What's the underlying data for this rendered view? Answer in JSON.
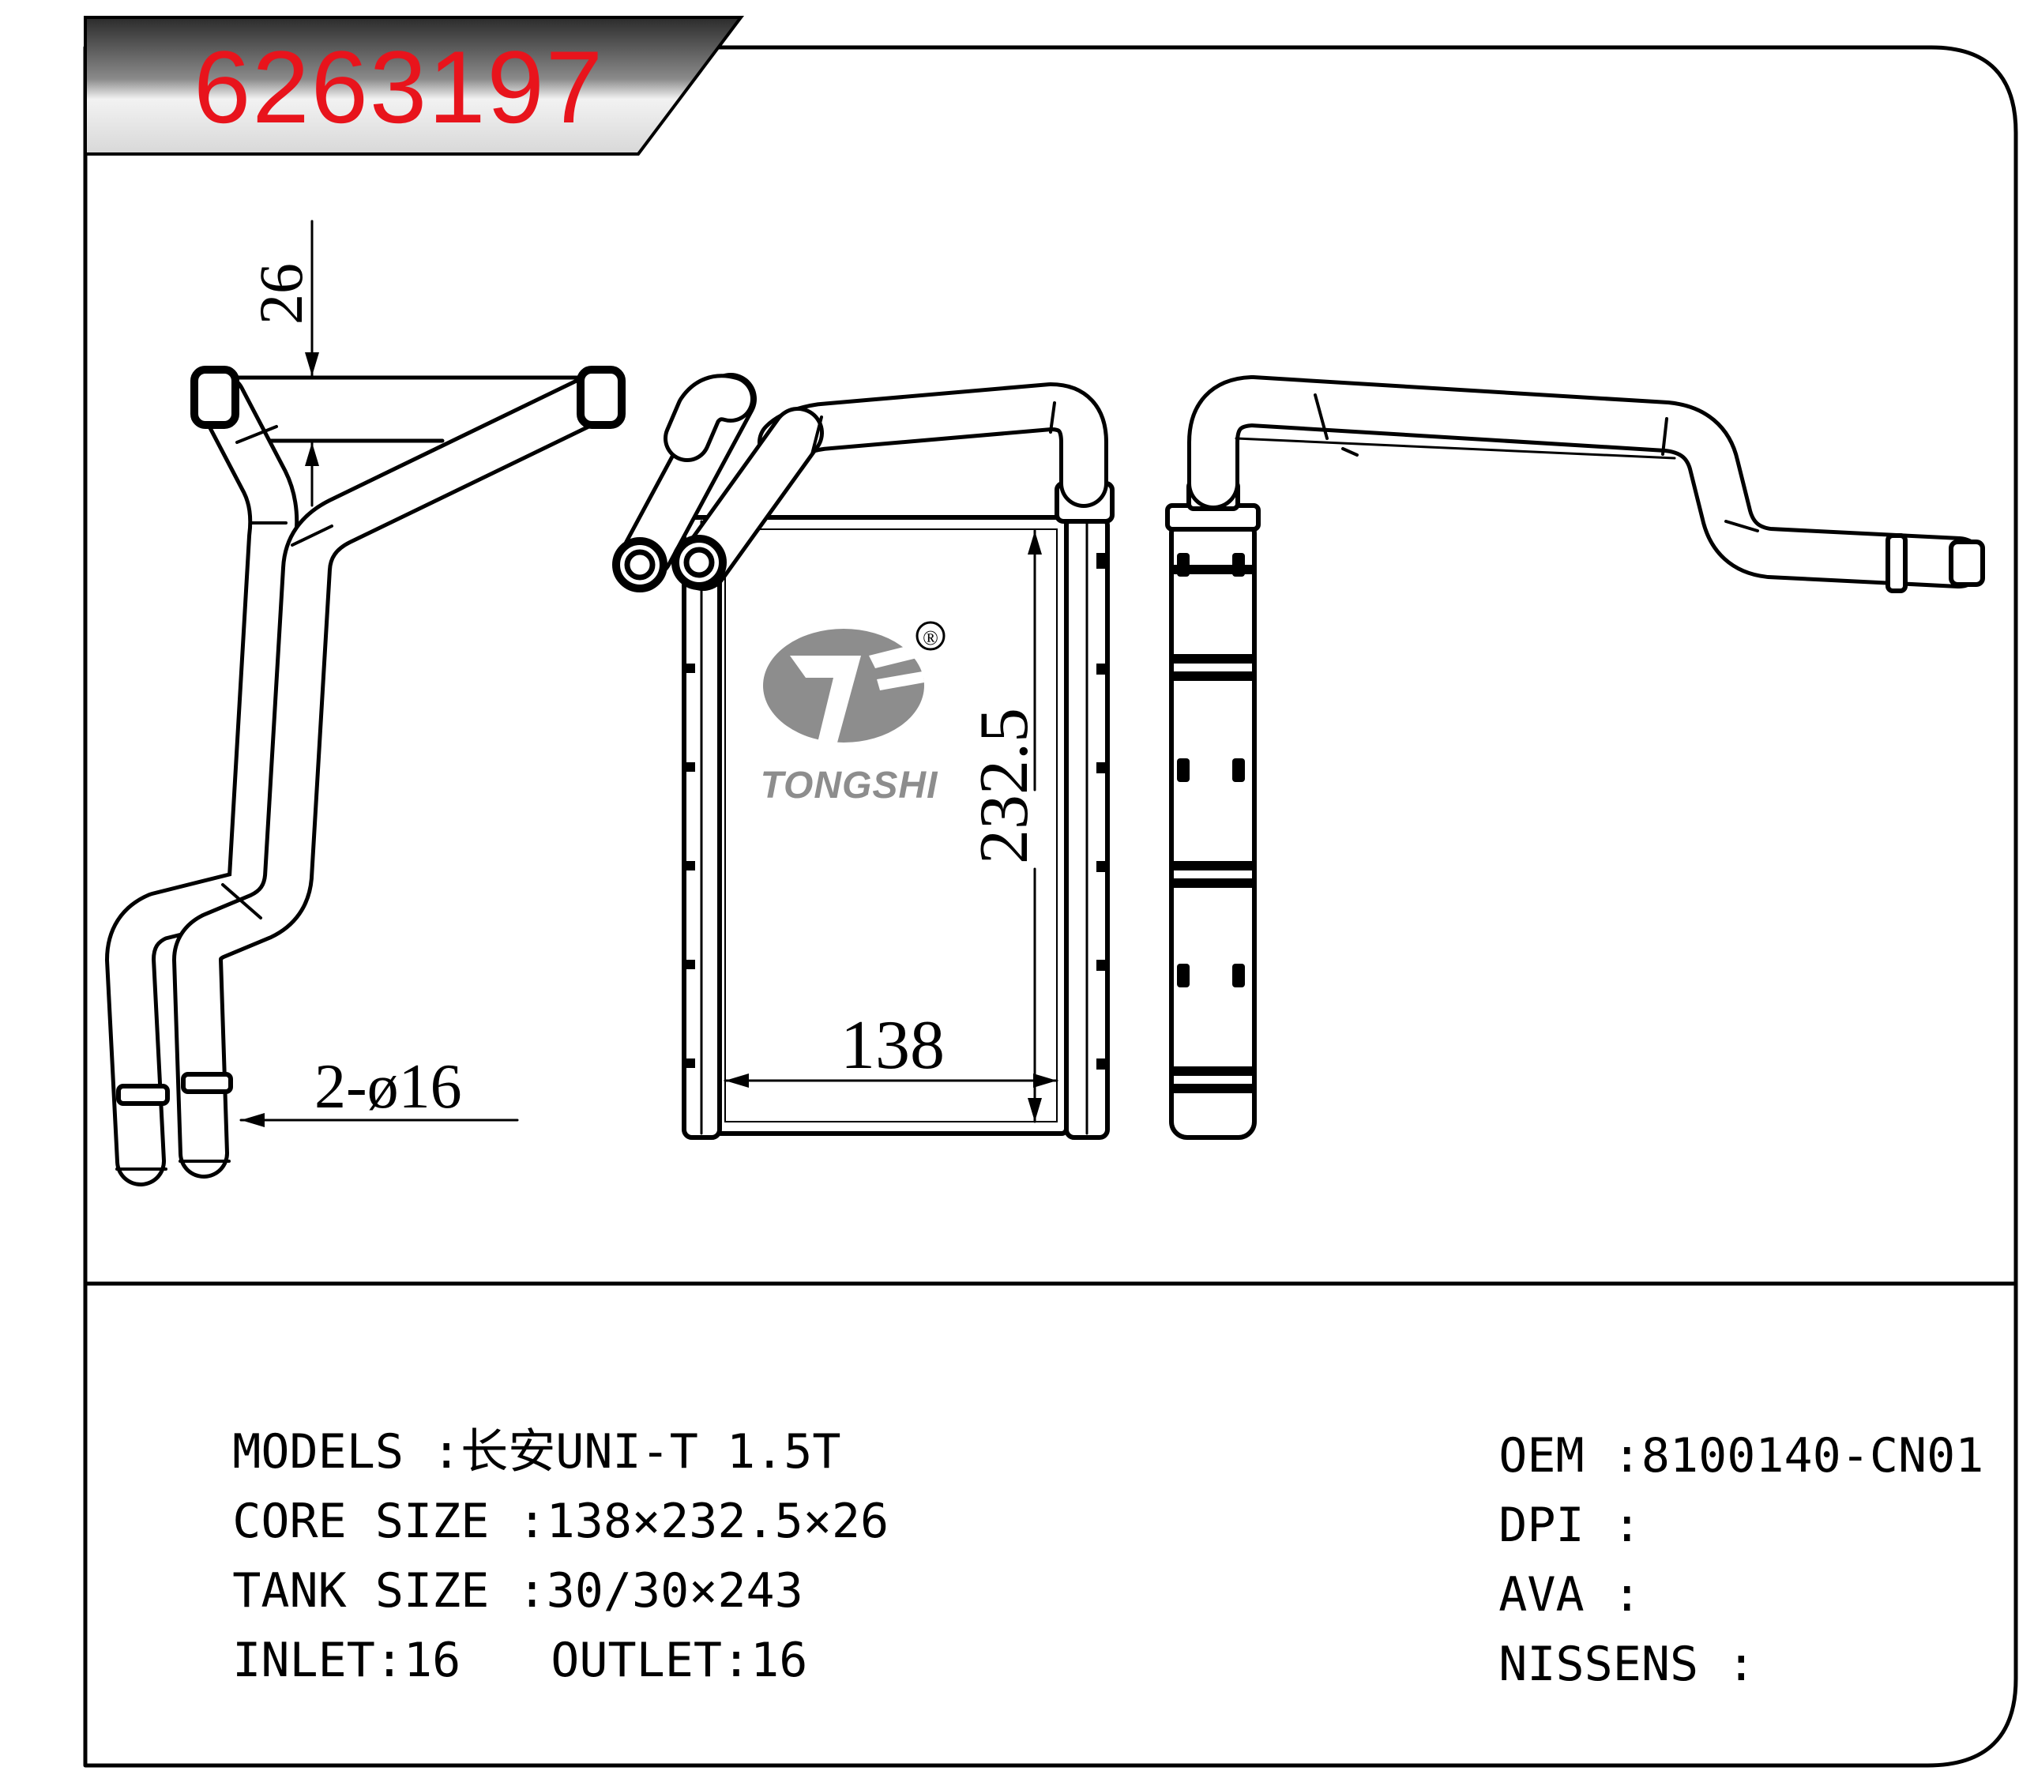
{
  "part_number": "6263197",
  "dimensions": {
    "depth": "26",
    "pipe_diameter": "2-ø16",
    "core_height": "232.5",
    "core_width": "138"
  },
  "logo": {
    "brand": "TONGSHI",
    "registered": "®"
  },
  "specs_left": [
    {
      "label": "MODELS ",
      "value": ":长安UNI-T 1.5T"
    },
    {
      "label": "CORE SIZE ",
      "value": ":138×232.5×26"
    },
    {
      "label": "TANK SIZE ",
      "value": ":30/30×243"
    }
  ],
  "inlet": {
    "label": "INLET",
    "value": ":16"
  },
  "outlet": {
    "label": "OUTLET",
    "value": ":16"
  },
  "specs_right": [
    {
      "label": "OEM ",
      "value": ":8100140-CN01"
    },
    {
      "label": "DPI ",
      "value": ":"
    },
    {
      "label": "AVA ",
      "value": ":"
    },
    {
      "label": "NISSENS ",
      "value": ":"
    }
  ],
  "colors": {
    "part_number": "#e8141c",
    "header_band": "#6a6a6a",
    "logo_gray": "#8d8d8d"
  }
}
